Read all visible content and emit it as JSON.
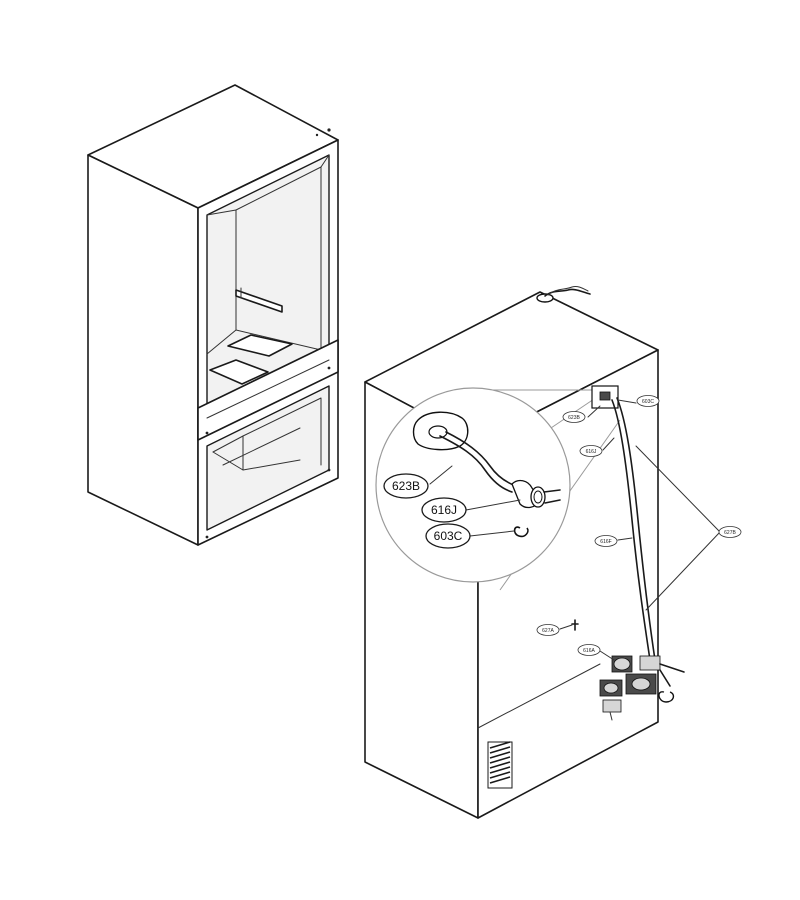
{
  "callouts_detail": [
    {
      "id": "callout-623b",
      "label": "623B"
    },
    {
      "id": "callout-616j",
      "label": "616J"
    },
    {
      "id": "callout-603c",
      "label": "603C"
    }
  ],
  "callouts_small": [
    {
      "id": "tag-623b",
      "label": "623B"
    },
    {
      "id": "tag-603c",
      "label": "603C"
    },
    {
      "id": "tag-616j",
      "label": "616J"
    },
    {
      "id": "tag-616f",
      "label": "616F"
    },
    {
      "id": "tag-627b",
      "label": "627B"
    },
    {
      "id": "tag-627a",
      "label": "627A"
    },
    {
      "id": "tag-616a",
      "label": "616A"
    }
  ]
}
